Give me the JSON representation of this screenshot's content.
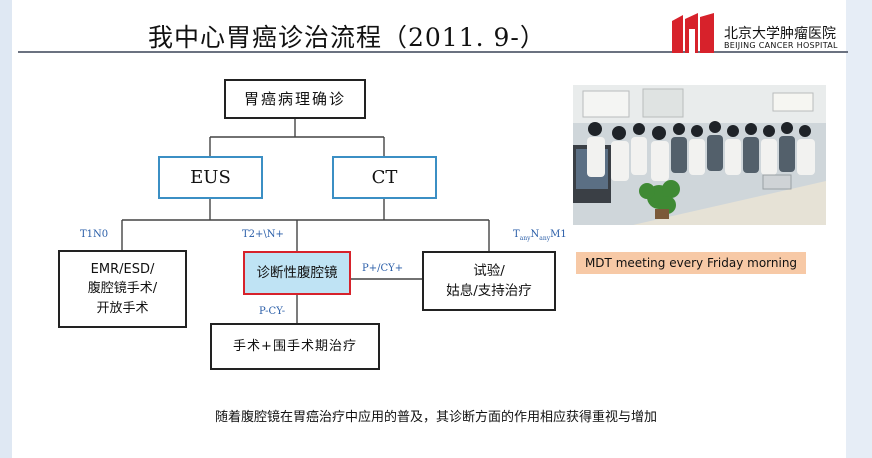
{
  "slide": {
    "title": "我中心胃癌诊治流程（2011. 9-）",
    "logo": {
      "name_cn": "北京大学肿瘤医院",
      "name_en": "BEIJING CANCER HOSPITAL"
    },
    "flowchart": {
      "top_box": "胃癌病理确诊",
      "eus_box": "EUS",
      "ct_box": "CT",
      "left_box_lines": [
        "EMR/ESD/",
        "腹腔镜手术/",
        "开放手术"
      ],
      "mid_box": "诊断性腹腔镜",
      "right_box_lines": [
        "试验/",
        "姑息/支持治疗"
      ],
      "bottom_box": "手术+围手术期治疗",
      "labels": {
        "left": "T1N0",
        "mid": "T2+\\N+",
        "right_parts": [
          "T",
          "any",
          "N",
          "any",
          "M1"
        ],
        "mid_to_right": "P+/CY+",
        "mid_to_bottom": "P-CY-"
      }
    },
    "mdt_note": "MDT meeting every Friday morning",
    "caption": "随着腹腔镜在胃癌治疗中应用的普及，其诊断方面的作用相应获得重视与增加",
    "colors": {
      "box_border": "#222222",
      "blue_border": "#3b8fc4",
      "highlight_border": "#d7222b",
      "highlight_fill": "#bfe3f4",
      "label_blue": "#2a5ea8",
      "note_fill": "#f7c9a6",
      "logo_red": "#d7222b"
    }
  }
}
